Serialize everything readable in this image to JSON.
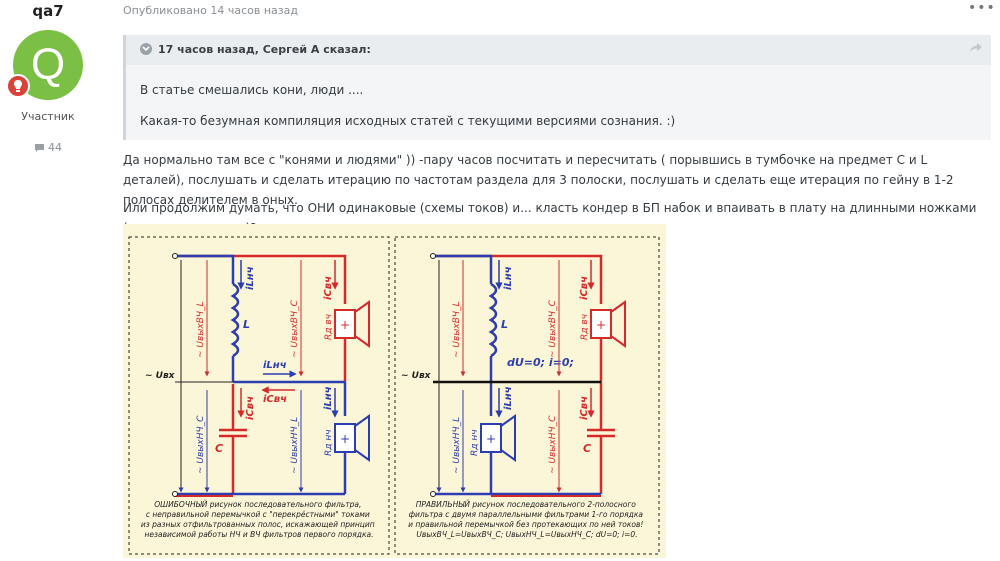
{
  "author": {
    "name": "qa7",
    "avatar_letter": "Q",
    "role": "Участник",
    "post_count": "44"
  },
  "post": {
    "published": "Опубликовано 14 часов назад",
    "more_icon": "•••"
  },
  "quote": {
    "cite": "17 часов назад, Сергей А сказал:",
    "line1": "В статье смешались кони, люди ....",
    "line2": "Какая-то безумная компиляция исходных статей с текущими версиями  сознания. :)"
  },
  "body": {
    "p1": "Да нормально там все с \"конями и людями\" )) -пару часов посчитать и пересчитать ( порывшись в тумбочке на предмет С и L деталей), послушать и сделать итерацию по частотам раздела для 3 полоски, послушать и сделать еще итерация по гейну в 1-2 полосах делителем в оных.",
    "p2": "Или продолжим думать, что ОНИ одинаковые (схемы токов) и...  класть кондер в БП набок и впаивать в плату на длинными ножками (намек на прошлое)? :"
  },
  "diagram": {
    "labels": {
      "iLnch": "iLнч",
      "iSvch": "iСвч",
      "L": "L",
      "C": "C",
      "uvyhVch_L": "~ UвыхВЧ_L",
      "uvyhVch_C": "~ UвыхВЧ_C",
      "uvyhNch_L": "~ UвыхНЧ_L",
      "uvyhNch_C": "~ UвыхНЧ_C",
      "uvx": "~ Uвх",
      "rd_vch": "Rд вч",
      "rd_nch": "Rд нч",
      "du": "dU=0; i=0;"
    },
    "caption_left": [
      "ОШИБОЧНЫЙ рисунок последовательного фильтра,",
      "с неправильной перемычкой с \"перекрёстными\" токами",
      "из разных отфильтрованных полос, искажающей принцип",
      "независимой работы НЧ и ВЧ фильтров первого порядка."
    ],
    "caption_right": [
      "ПРАВИЛЬНЫЙ рисунок последовательного 2-полосного",
      "фильтра с двумя параллельными фильтрами 1-го порядка",
      "и правильной перемычкой без протекающих по ней токов!",
      "UвыхВЧ_L=UвыхВЧ_C;  UвыхНЧ_L=UвыхНЧ_C;  dU=0; i=0."
    ],
    "colors": {
      "red": "#d42a2a",
      "blue": "#2b3db0",
      "bg": "#fcf6d9"
    }
  }
}
